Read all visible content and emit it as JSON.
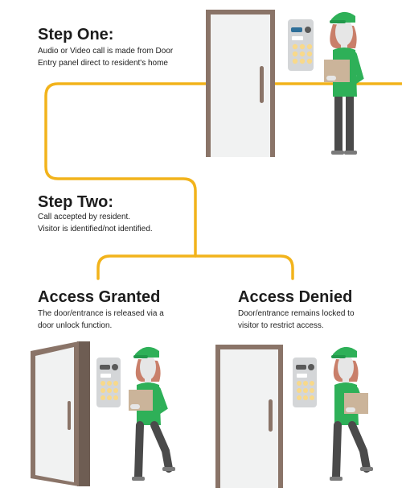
{
  "step_one": {
    "title": "Step One:",
    "lines": [
      "Audio or Video call is made from Door",
      "Entry panel direct to resident's home"
    ]
  },
  "step_two": {
    "title": "Step Two:",
    "lines": [
      "Call accepted by resident.",
      "Visitor is identified/not identified."
    ]
  },
  "access_granted": {
    "title": "Access Granted",
    "lines": [
      "The door/entrance is released via a",
      "door unlock function."
    ]
  },
  "access_denied": {
    "title": "Access Denied",
    "lines": [
      "Door/entrance remains locked to",
      "visitor to restrict access."
    ]
  },
  "colors": {
    "connector": "#f2b31b",
    "door_frame": "#8a7468",
    "door_glass": "#f1f2f2",
    "door_handle": "#8a7468",
    "intercom_body": "#d4d6d8",
    "intercom_keys": "#f8d98a",
    "shirt": "#2eb058",
    "cap": "#2eb058",
    "trousers": "#4a4a4a",
    "box": "#cbb49a",
    "skin": "#e6e6e6",
    "hair": "#c97f6a"
  },
  "icons": [
    "door-icon",
    "intercom-panel-icon",
    "delivery-person-icon",
    "parcel-icon"
  ]
}
